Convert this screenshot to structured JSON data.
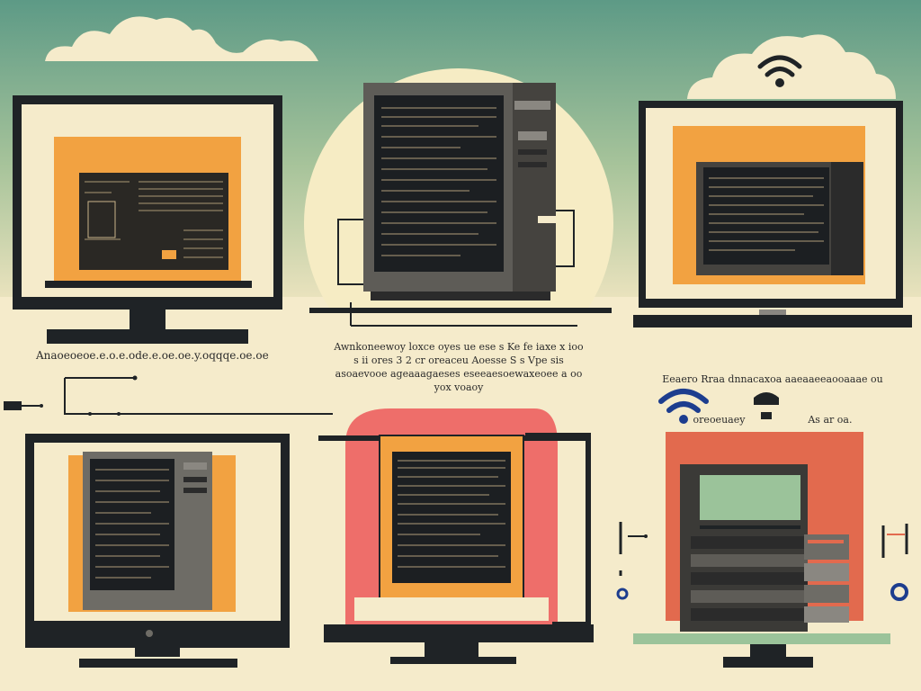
{
  "captions": {
    "left": "Anaoeoeoe.e.o.e.ode.e.oe.oe.y.oqqqe.oe.oe",
    "center": [
      "Awnkoneewoy loxce oyes ue ese s Ke fe iaxe x ioo",
      "s ii ores 3 2 cr oreaceu Aoesse S s Vpe sis",
      "asoaevooe ageaaagaeses eseeaesoewaxeoee a oo",
      "yox voaoy"
    ],
    "right": [
      "Eeaero Rraa dnnacaxoa aaeaaeeaooaaae ou",
      "oreoeuaey                    As ar oa."
    ]
  },
  "colors": {
    "sky_top": "#5d9a86",
    "sky_bottom": "#c8d7a8",
    "cream": "#f5ebcb",
    "orange": "#f2a241",
    "red": "#e26a4e",
    "pink": "#ee6e6a",
    "dark": "#1f2326",
    "navy": "#1d3d8e",
    "sun": "#f6ecc4"
  },
  "icons": [
    "wifi-icon",
    "wifi-icon",
    "plug-icon",
    "cable-icon",
    "connector-icon"
  ]
}
